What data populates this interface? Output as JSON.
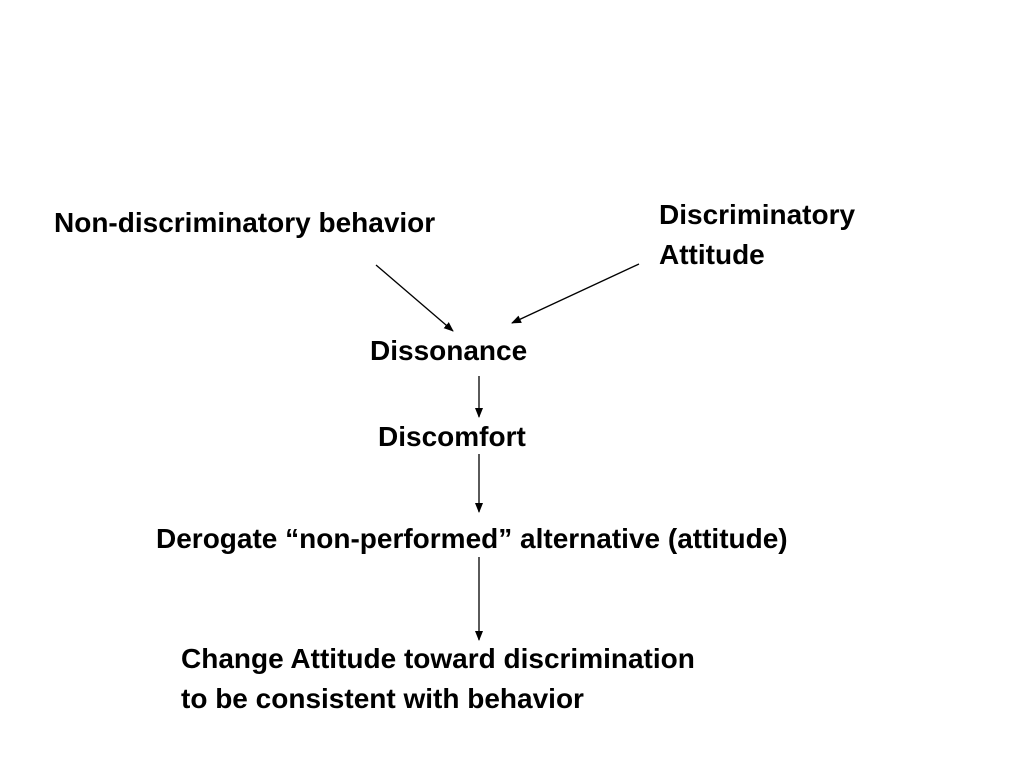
{
  "diagram": {
    "nodes": {
      "behavior": {
        "lines": [
          "Non-discriminatory behavior"
        ]
      },
      "attitude": {
        "lines": [
          "Discriminatory",
          "Attitude"
        ]
      },
      "dissonance": {
        "lines": [
          "Dissonance"
        ]
      },
      "discomfort": {
        "lines": [
          "Discomfort"
        ]
      },
      "derogate": {
        "lines": [
          "Derogate “non-performed” alternative (attitude)"
        ]
      },
      "change": {
        "lines": [
          "Change Attitude toward discrimination",
          "to be consistent with behavior"
        ]
      }
    },
    "edges": [
      {
        "from": "behavior",
        "to": "dissonance"
      },
      {
        "from": "attitude",
        "to": "dissonance"
      },
      {
        "from": "dissonance",
        "to": "discomfort"
      },
      {
        "from": "discomfort",
        "to": "derogate"
      },
      {
        "from": "derogate",
        "to": "change"
      }
    ],
    "colors": {
      "text": "#000000",
      "arrow": "#000000",
      "background": "#ffffff"
    }
  }
}
